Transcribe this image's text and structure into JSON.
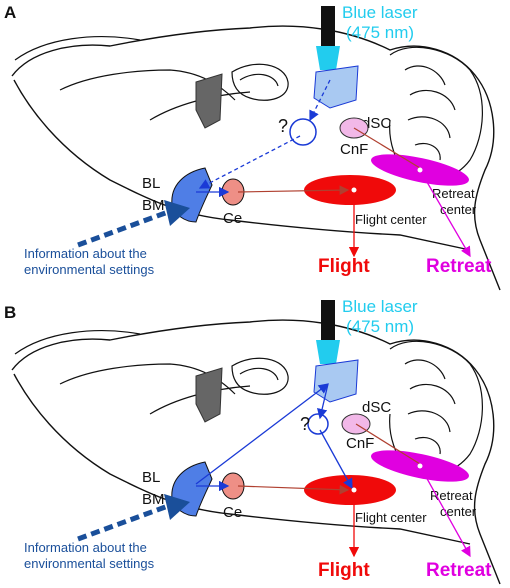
{
  "colors": {
    "laser": "#22ccee",
    "amygdala": "#4f7ee6",
    "ce": "#ee8f86",
    "flight": "#f00a0a",
    "retreat": "#e000e0",
    "dsc": "#a9c9f2",
    "cnf": "#f2b8e8",
    "pathway": "#1a3ad6",
    "info": "#1a4f9a"
  },
  "panels": [
    {
      "letter": "A",
      "laser": {
        "line1": "Blue laser",
        "line2": "(475 nm)"
      },
      "labels": {
        "dsc": "dSC",
        "cnf": "CnF",
        "question": "?",
        "bl": "BL",
        "bm": "BM",
        "ce": "Ce",
        "flight_center": "Flight center",
        "retreat_center_line1": "Retreat",
        "retreat_center_line2": "center",
        "info_line1": "Information about the",
        "info_line2": "environmental settings",
        "flight": "Flight",
        "retreat": "Retreat"
      }
    },
    {
      "letter": "B",
      "laser": {
        "line1": "Blue laser",
        "line2": "(475 nm)"
      },
      "labels": {
        "dsc": "dSC",
        "cnf": "CnF",
        "question": "?",
        "bl": "BL",
        "bm": "BM",
        "ce": "Ce",
        "flight_center": "Flight center",
        "retreat_center_line1": "Retreat",
        "retreat_center_line2": "center",
        "info_line1": "Information about the",
        "info_line2": "environmental settings",
        "flight": "Flight",
        "retreat": "Retreat"
      }
    }
  ]
}
